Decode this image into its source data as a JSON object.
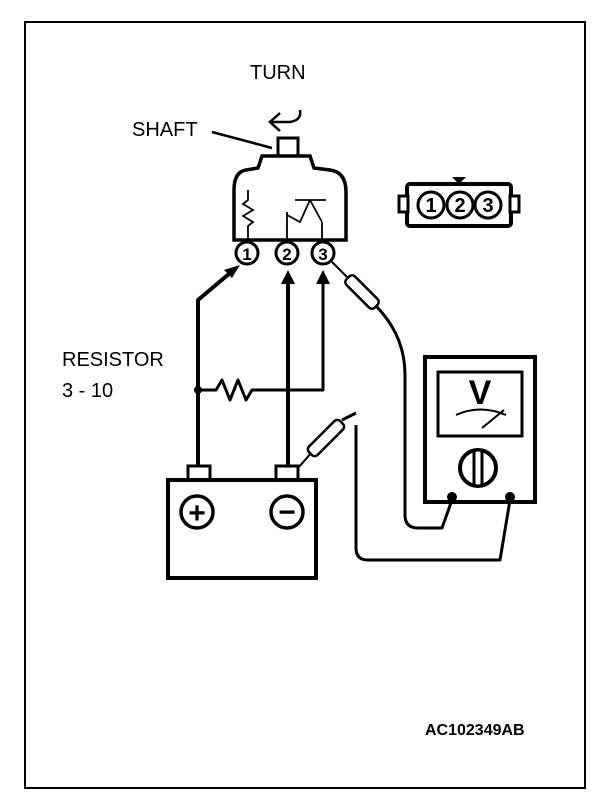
{
  "labels": {
    "turn": "TURN",
    "shaft": "SHAFT",
    "resistor": "RESISTOR",
    "resistor_value": "3 - 10",
    "figure_id": "AC102349AB"
  },
  "terminals": {
    "t1": "1",
    "t2": "2",
    "t3": "3"
  },
  "connector": {
    "pin1": "1",
    "pin2": "2",
    "pin3": "3"
  },
  "battery": {
    "positive_symbol": "+",
    "negative_symbol": "−"
  },
  "meter": {
    "scale_letter": "V"
  }
}
